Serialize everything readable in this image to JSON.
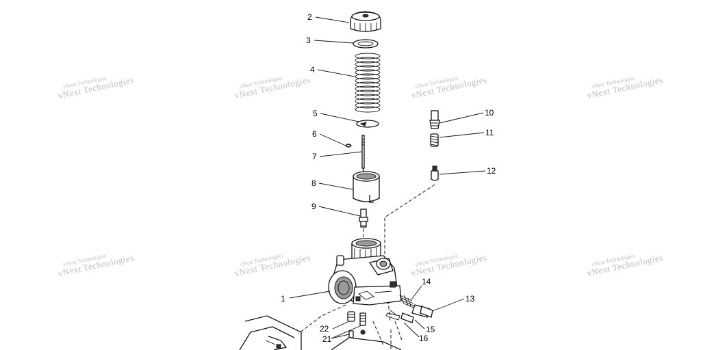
{
  "watermark": {
    "text": "vNext Technologies"
  },
  "callouts": {
    "c1": "1",
    "c2": "2",
    "c3": "3",
    "c4": "4",
    "c5": "5",
    "c6": "6",
    "c7": "7",
    "c8": "8",
    "c9": "9",
    "c10": "10",
    "c11": "11",
    "c12": "12",
    "c13": "13",
    "c14": "14",
    "c15": "15",
    "c16": "16",
    "c21": "21",
    "c22": "22"
  },
  "colors": {
    "line": "#111111",
    "watermark": "#bdbdbd",
    "background": "#ffffff"
  }
}
